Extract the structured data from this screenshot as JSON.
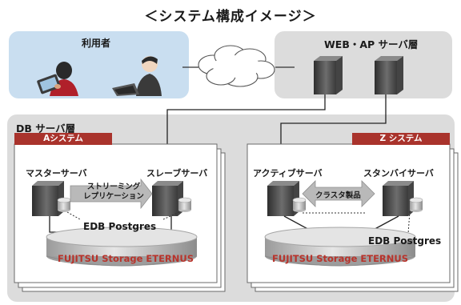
{
  "title": "＜システム構成イメージ＞",
  "user_zone": {
    "label": "利用者"
  },
  "web_zone": {
    "label": "WEB・AP サーバ層"
  },
  "db_zone": {
    "label": "DB サーバ層"
  },
  "system_a": {
    "tag": "Aシステム",
    "master": "マスターサーバ",
    "slave": "スレーブサーバ",
    "replication": [
      "ストリーミング",
      "レプリケーション"
    ],
    "db": "EDB Postgres",
    "storage": "FUJITSU Storage ETERNUS"
  },
  "system_z": {
    "tag": "Z システム",
    "active": "アクティブサーバ",
    "standby": "スタンバイサーバ",
    "cluster": "クラスタ製品",
    "db": "EDB Postgres",
    "storage": "FUJITSU Storage ETERNUS"
  }
}
